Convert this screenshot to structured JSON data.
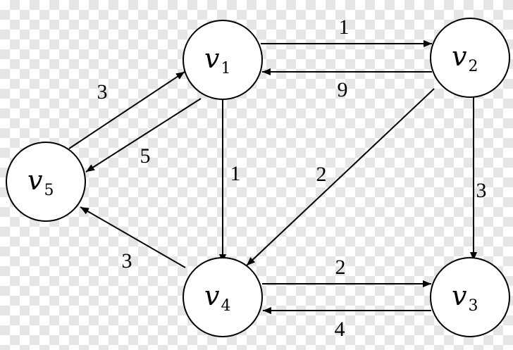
{
  "diagram": {
    "nodes": [
      {
        "id": "v1",
        "name": "v",
        "sub": "1"
      },
      {
        "id": "v2",
        "name": "v",
        "sub": "2"
      },
      {
        "id": "v3",
        "name": "v",
        "sub": "3"
      },
      {
        "id": "v4",
        "name": "v",
        "sub": "4"
      },
      {
        "id": "v5",
        "name": "v",
        "sub": "5"
      }
    ],
    "edges": [
      {
        "id": "v1-v2",
        "from": "v1",
        "to": "v2",
        "weight": "1"
      },
      {
        "id": "v2-v1",
        "from": "v2",
        "to": "v1",
        "weight": "9"
      },
      {
        "id": "v5-v1",
        "from": "v5",
        "to": "v1",
        "weight": "3"
      },
      {
        "id": "v1-v5",
        "from": "v1",
        "to": "v5",
        "weight": "5"
      },
      {
        "id": "v1-v4",
        "from": "v1",
        "to": "v4",
        "weight": "1"
      },
      {
        "id": "v2-v4",
        "from": "v2",
        "to": "v4",
        "weight": "2"
      },
      {
        "id": "v2-v3",
        "from": "v2",
        "to": "v3",
        "weight": "3"
      },
      {
        "id": "v4-v3",
        "from": "v4",
        "to": "v3",
        "weight": "2"
      },
      {
        "id": "v3-v4",
        "from": "v3",
        "to": "v4",
        "weight": "4"
      },
      {
        "id": "v4-v5",
        "from": "v4",
        "to": "v5",
        "weight": "3"
      }
    ]
  }
}
